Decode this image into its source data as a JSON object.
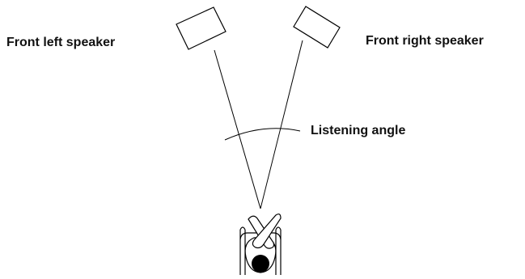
{
  "labels": {
    "front_left": "Front left speaker",
    "front_right": "Front right speaker",
    "listening_angle": "Listening angle"
  },
  "colors": {
    "line": "#000000",
    "background": "#ffffff"
  }
}
